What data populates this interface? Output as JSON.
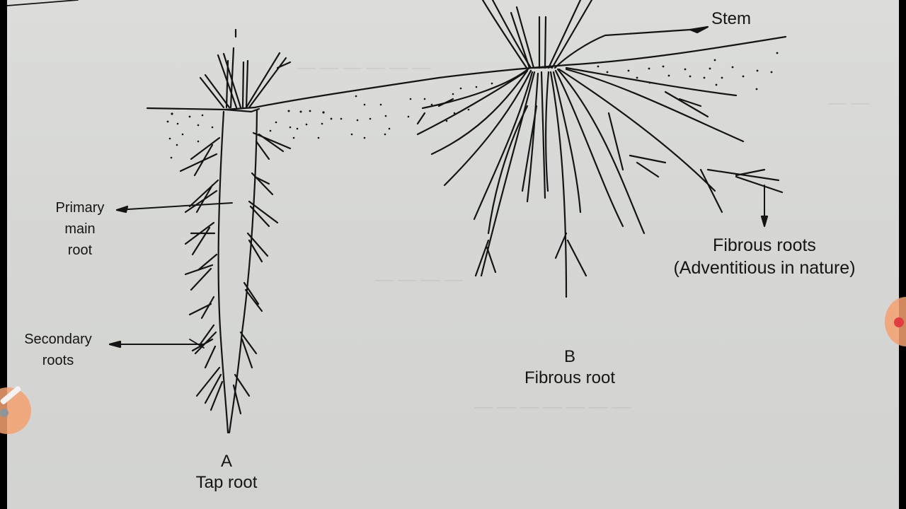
{
  "figure": {
    "labels": {
      "stem": "Stem",
      "primary_main_root": [
        "Primary",
        "main",
        "root"
      ],
      "secondary_roots": [
        "Secondary",
        "roots"
      ],
      "fibrous_roots": [
        "Fibrous roots",
        "(Adventitious in nature)"
      ],
      "panel_a_letter": "A",
      "panel_a_caption": "Tap root",
      "panel_b_letter": "B",
      "panel_b_caption": "Fibrous root"
    }
  },
  "overlay": {
    "left_button_icon": "pencil-icon",
    "right_button_icon": "record-dot-icon",
    "accent_color": "#f5a06e",
    "record_color": "#e23c40"
  }
}
